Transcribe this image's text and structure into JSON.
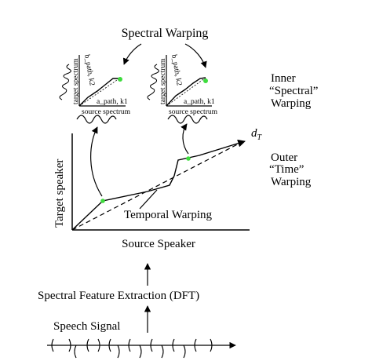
{
  "title_spectral_warping": "Spectral Warping",
  "inner_label": [
    "Inner",
    "“Spectral”",
    "Warping"
  ],
  "outer_label": [
    "Outer",
    "“Time”",
    "Warping"
  ],
  "dt_label": "d",
  "dt_subscript": "T",
  "temporal_warping": "Temporal Warping",
  "axis_y": "Target speaker",
  "axis_x": "Source Speaker",
  "feature_extraction": "Spectral Feature Extraction (DFT)",
  "speech_signal": "Speech Signal",
  "inset_left": {
    "target_spectrum": "target spectrum",
    "b_path": "b_path, k2",
    "a_path": "a_path, k1",
    "source_spectrum": "source spectrum"
  },
  "inset_right": {
    "target_spectrum": "target spectrum",
    "b_path": "b_path, k2",
    "a_path": "a_path, k1",
    "source_spectrum": "source spectrum"
  },
  "colors": {
    "line": "#000000",
    "accent_dot": "#3ddc3d"
  }
}
